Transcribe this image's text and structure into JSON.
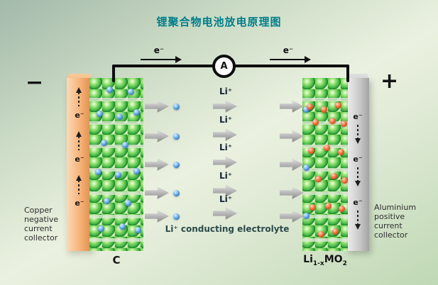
{
  "title": "锂聚合物电池放电原理图",
  "circuit": {
    "ammeter_label": "A",
    "electron_left": "e⁻",
    "electron_right": "e⁻"
  },
  "left_side": {
    "terminal_sign": "−",
    "collector_lines": [
      "Copper",
      "negative",
      "current",
      "collector"
    ],
    "electrons": [
      "e⁻",
      "e⁻",
      "e⁻"
    ],
    "electrode_label": "C"
  },
  "right_side": {
    "terminal_sign": "+",
    "collector_lines": [
      "Aluminium",
      "positive",
      "current",
      "collector"
    ],
    "electrons": [
      "e⁻",
      "e⁻",
      "e⁻"
    ],
    "electrode_label_p1": "Li",
    "electrode_label_sub1": "1-x",
    "electrode_label_p2": "MO",
    "electrode_label_sub2": "2"
  },
  "electrolyte": {
    "label": "Li⁺ conducting electrolyte",
    "ions": [
      "Li⁺",
      "Li⁺",
      "Li⁺",
      "Li⁺",
      "Li⁺"
    ]
  },
  "colors": {
    "title_teal": "#007d8a",
    "copper": "#f5b075",
    "aluminium": "#c9c9c9",
    "green_sphere": "#44b646",
    "blue_ion": "#3b82c4",
    "red_ion": "#e65a2b",
    "wire_black": "#0e0e0e"
  }
}
